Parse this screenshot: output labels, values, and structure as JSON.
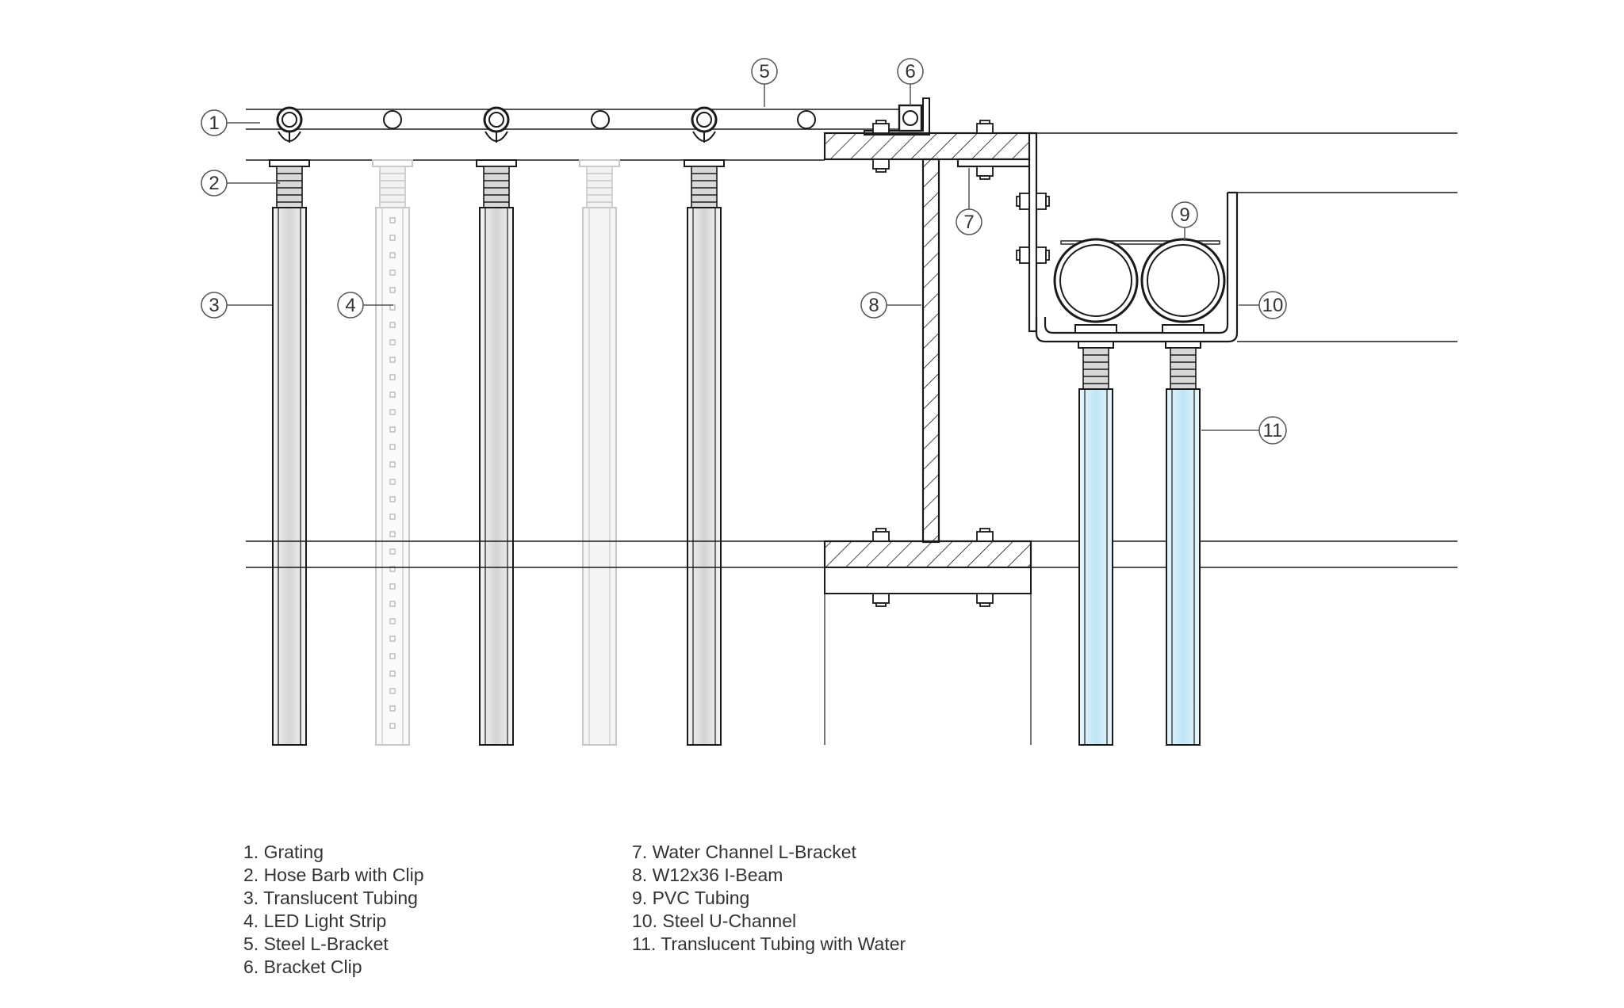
{
  "callouts": [
    "1",
    "2",
    "3",
    "4",
    "5",
    "6",
    "7",
    "8",
    "9",
    "10",
    "11"
  ],
  "legend_left": [
    "1. Grating",
    "2. Hose Barb with Clip",
    "3. Translucent Tubing",
    "4. LED Light Strip",
    "5. Steel L-Bracket",
    "6. Bracket Clip"
  ],
  "legend_right": [
    "7. Water Channel L-Bracket",
    "8. W12x36 I-Beam",
    "9. PVC Tubing",
    "10. Steel U-Channel",
    "11. Translucent Tubing with Water"
  ],
  "colors": {
    "line": "#1a1a1a",
    "tube_fill": "#e2e2e2",
    "water_fill": "#cfe9f6",
    "ghost": "#c8c8c8",
    "callout": "#555555"
  }
}
